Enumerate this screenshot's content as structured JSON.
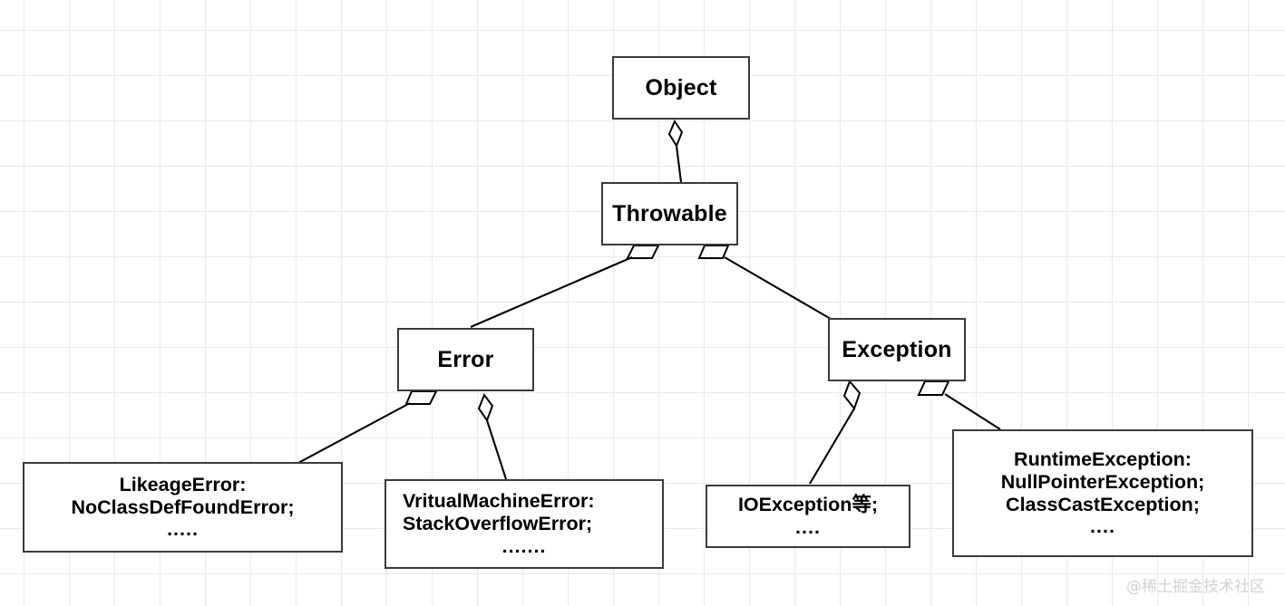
{
  "diagram": {
    "title": "Java Throwable class hierarchy",
    "background_color": "#ffffff",
    "grid_color": "#e9e9e9",
    "node_border_color": "#3b3b3b",
    "edge_color": "#000000"
  },
  "nodes": {
    "object": {
      "label": "Object"
    },
    "throwable": {
      "label": "Throwable"
    },
    "error": {
      "label": "Error"
    },
    "exception": {
      "label": "Exception"
    },
    "likeage_error": {
      "line1": "LikeageError:",
      "line2": "NoClassDefFoundError;",
      "line3": "....."
    },
    "vritual_machine_error": {
      "line1": "VritualMachineError:",
      "line2": "StackOverflowError;",
      "line3": "......."
    },
    "io_exception": {
      "line1": "IOException等;",
      "line2": "...."
    },
    "runtime_exception": {
      "line1": "RuntimeException:",
      "line2": "NullPointerException;",
      "line3": "ClassCastException;",
      "line4": "...."
    }
  },
  "edges": [
    {
      "from": "Object",
      "to": "Throwable",
      "marker": "diamond"
    },
    {
      "from": "Throwable",
      "to": "Error",
      "marker": "diamond"
    },
    {
      "from": "Throwable",
      "to": "Exception",
      "marker": "diamond"
    },
    {
      "from": "Error",
      "to": "LikeageError",
      "marker": "diamond"
    },
    {
      "from": "Error",
      "to": "VritualMachineError",
      "marker": "diamond"
    },
    {
      "from": "Exception",
      "to": "IOException",
      "marker": "diamond"
    },
    {
      "from": "Exception",
      "to": "RuntimeException",
      "marker": "diamond"
    }
  ],
  "watermark": {
    "text": "@稀土掘金技术社区"
  }
}
